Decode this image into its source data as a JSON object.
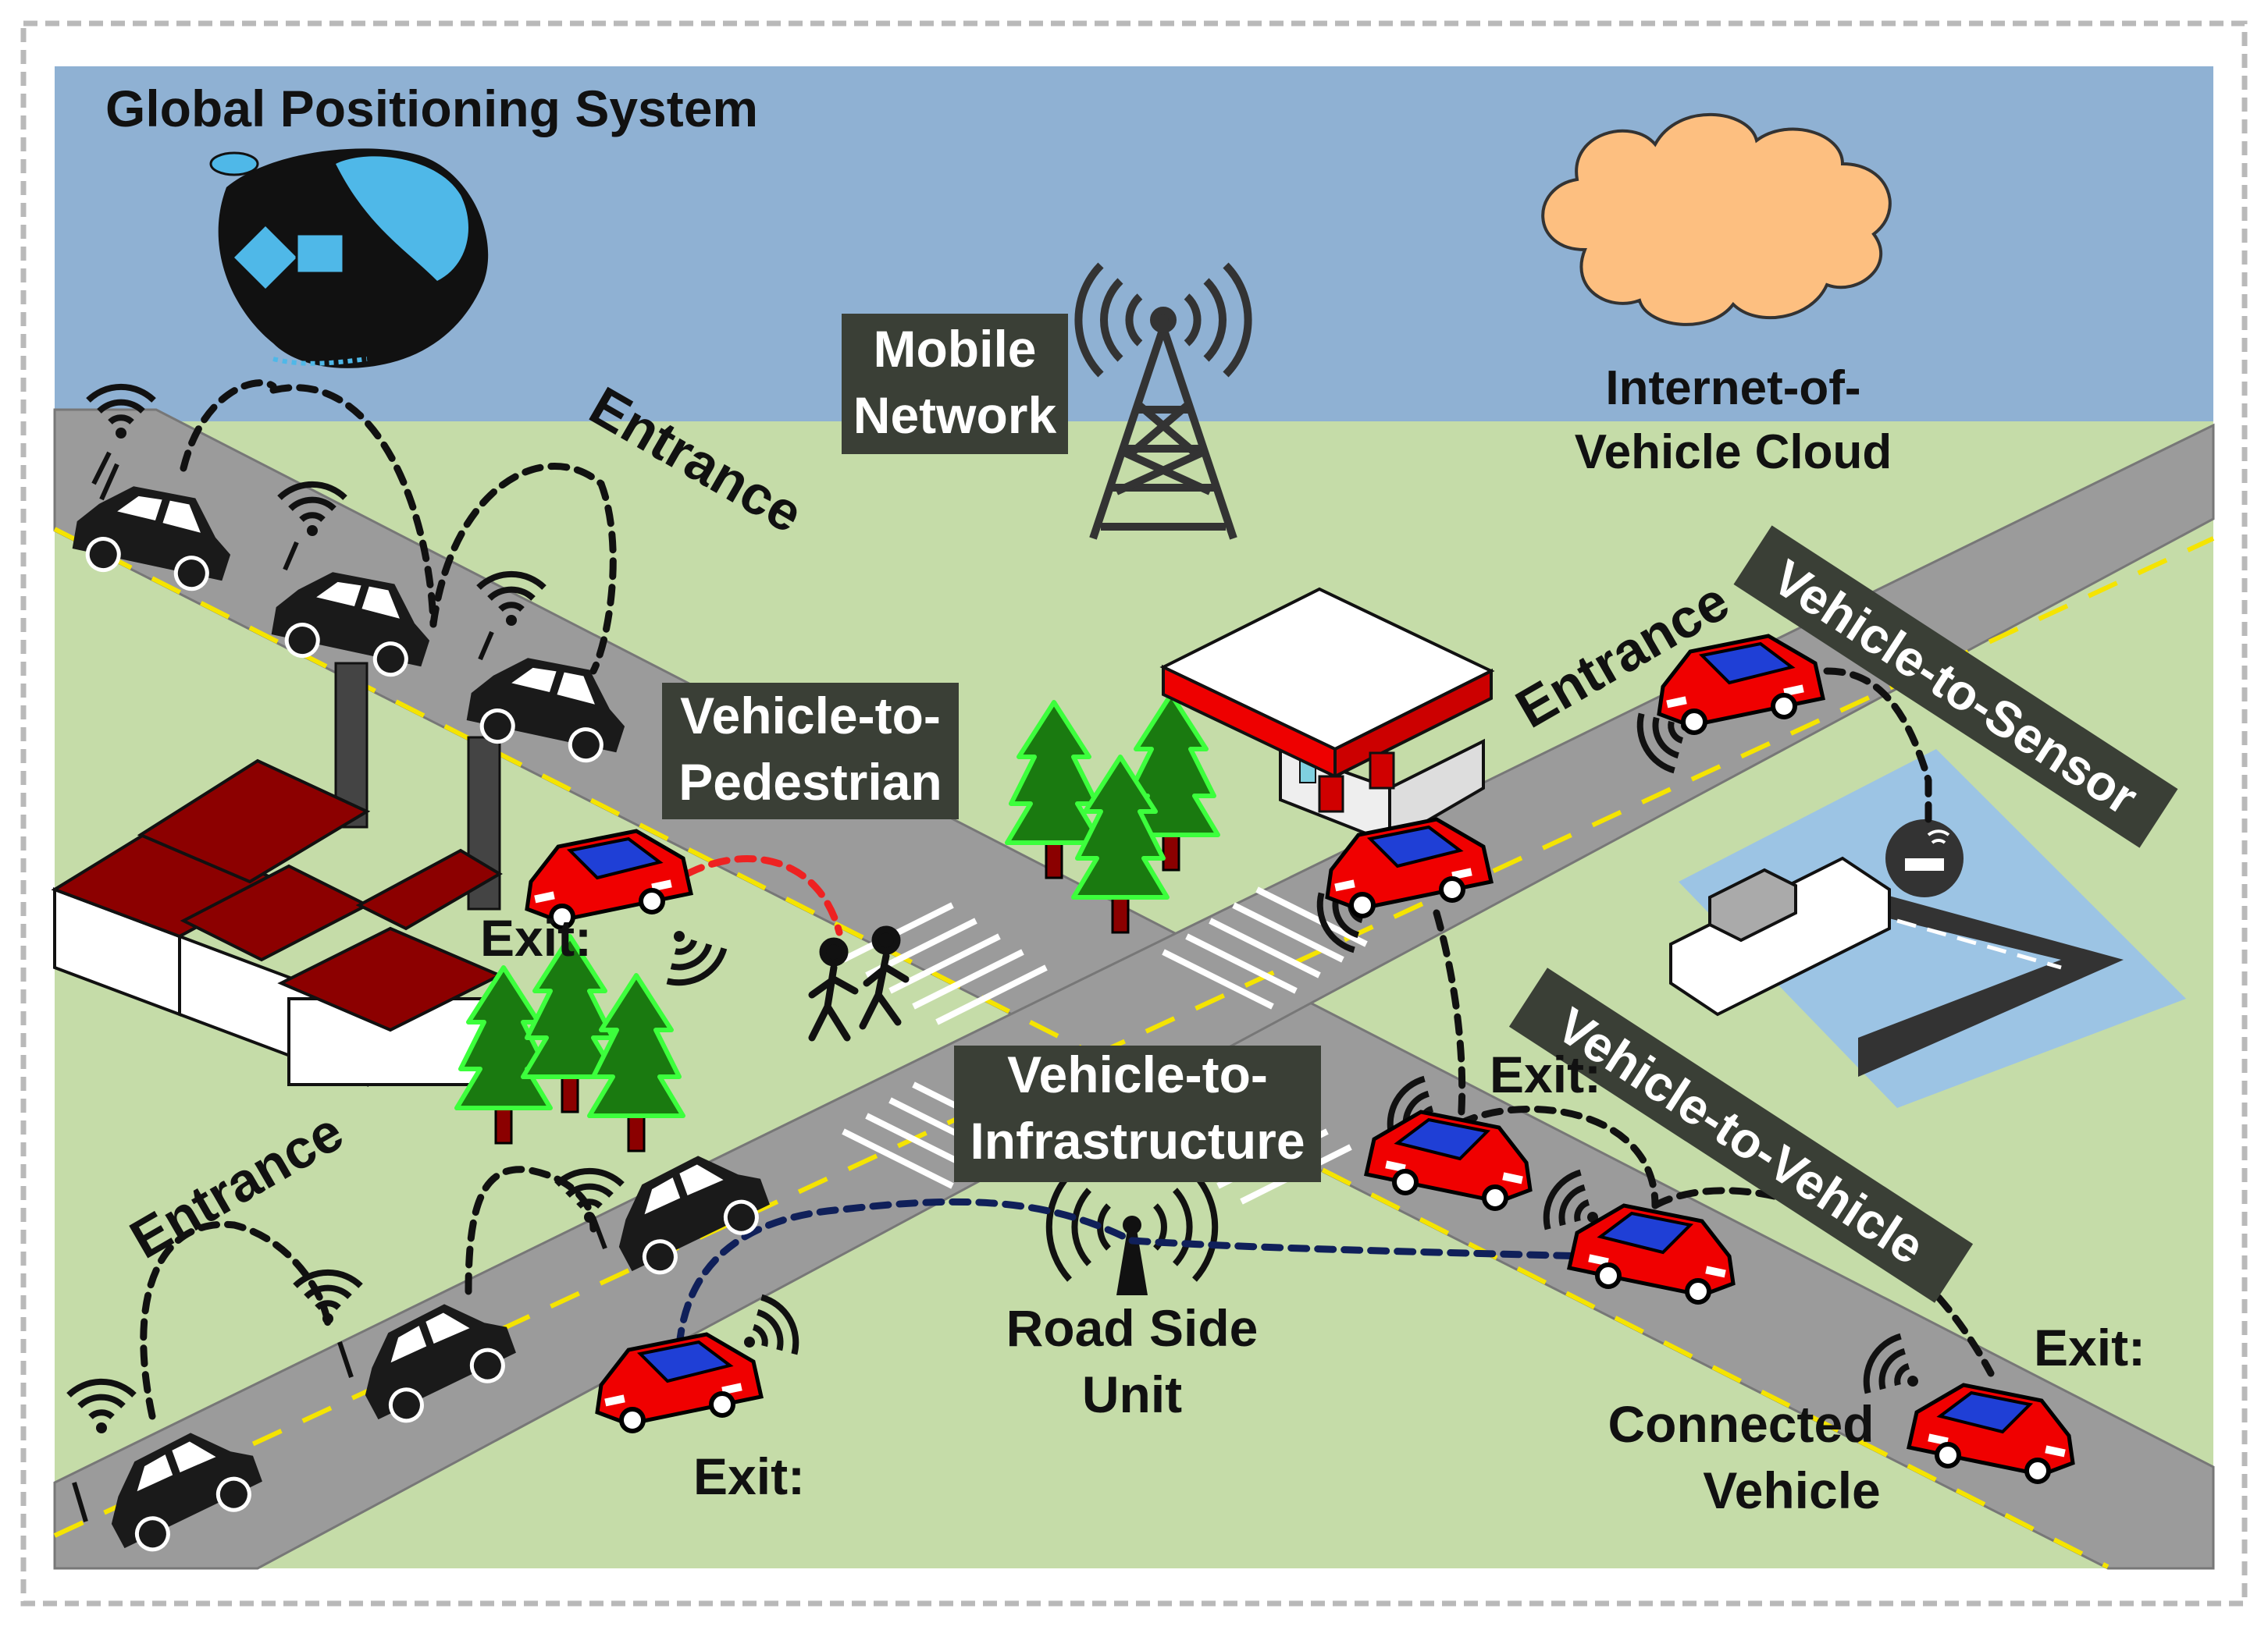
{
  "labels": {
    "gps": "Global Positioning System",
    "mobile_line1": "Mobile",
    "mobile_line2": "Network",
    "cloud_line1": "Internet-of-",
    "cloud_line2": "Vehicle Cloud",
    "v2p_line1": "Vehicle-to-",
    "v2p_line2": "Pedestrian",
    "v2i_line1": "Vehicle-to-",
    "v2i_line2": "Infrastructure",
    "v2s": "Vehicle-to-Sensor",
    "v2v": "Vehicle-to-Vehicle",
    "rsu_line1": "Road Side",
    "rsu_line2": "Unit",
    "cv_line1": "Connected",
    "cv_line2": "Vehicle",
    "entrance_top_left": "Entrance",
    "entrance_right": "Entrance",
    "entrance_bottom_left": "Entrance",
    "exit_left": "Exit:",
    "exit_right_mid": "Exit:",
    "exit_right_bottom": "Exit:",
    "exit_bottom": "Exit:"
  },
  "colors": {
    "sky": "#8fb1d3",
    "grass": "#c5dca8",
    "road": "#9b9b9b",
    "lane_mark": "#f5e400",
    "car_red": "#f00000",
    "car_blue": "#1f3fd6",
    "tree_green": "#1a7a10",
    "cloud": "#fdbf80",
    "label_box": "#3a3f36",
    "roof_red": "#8c0000",
    "link_black": "#111111",
    "link_red": "#ee2222",
    "link_navy": "#10205a",
    "water": "#9cc4e4"
  }
}
